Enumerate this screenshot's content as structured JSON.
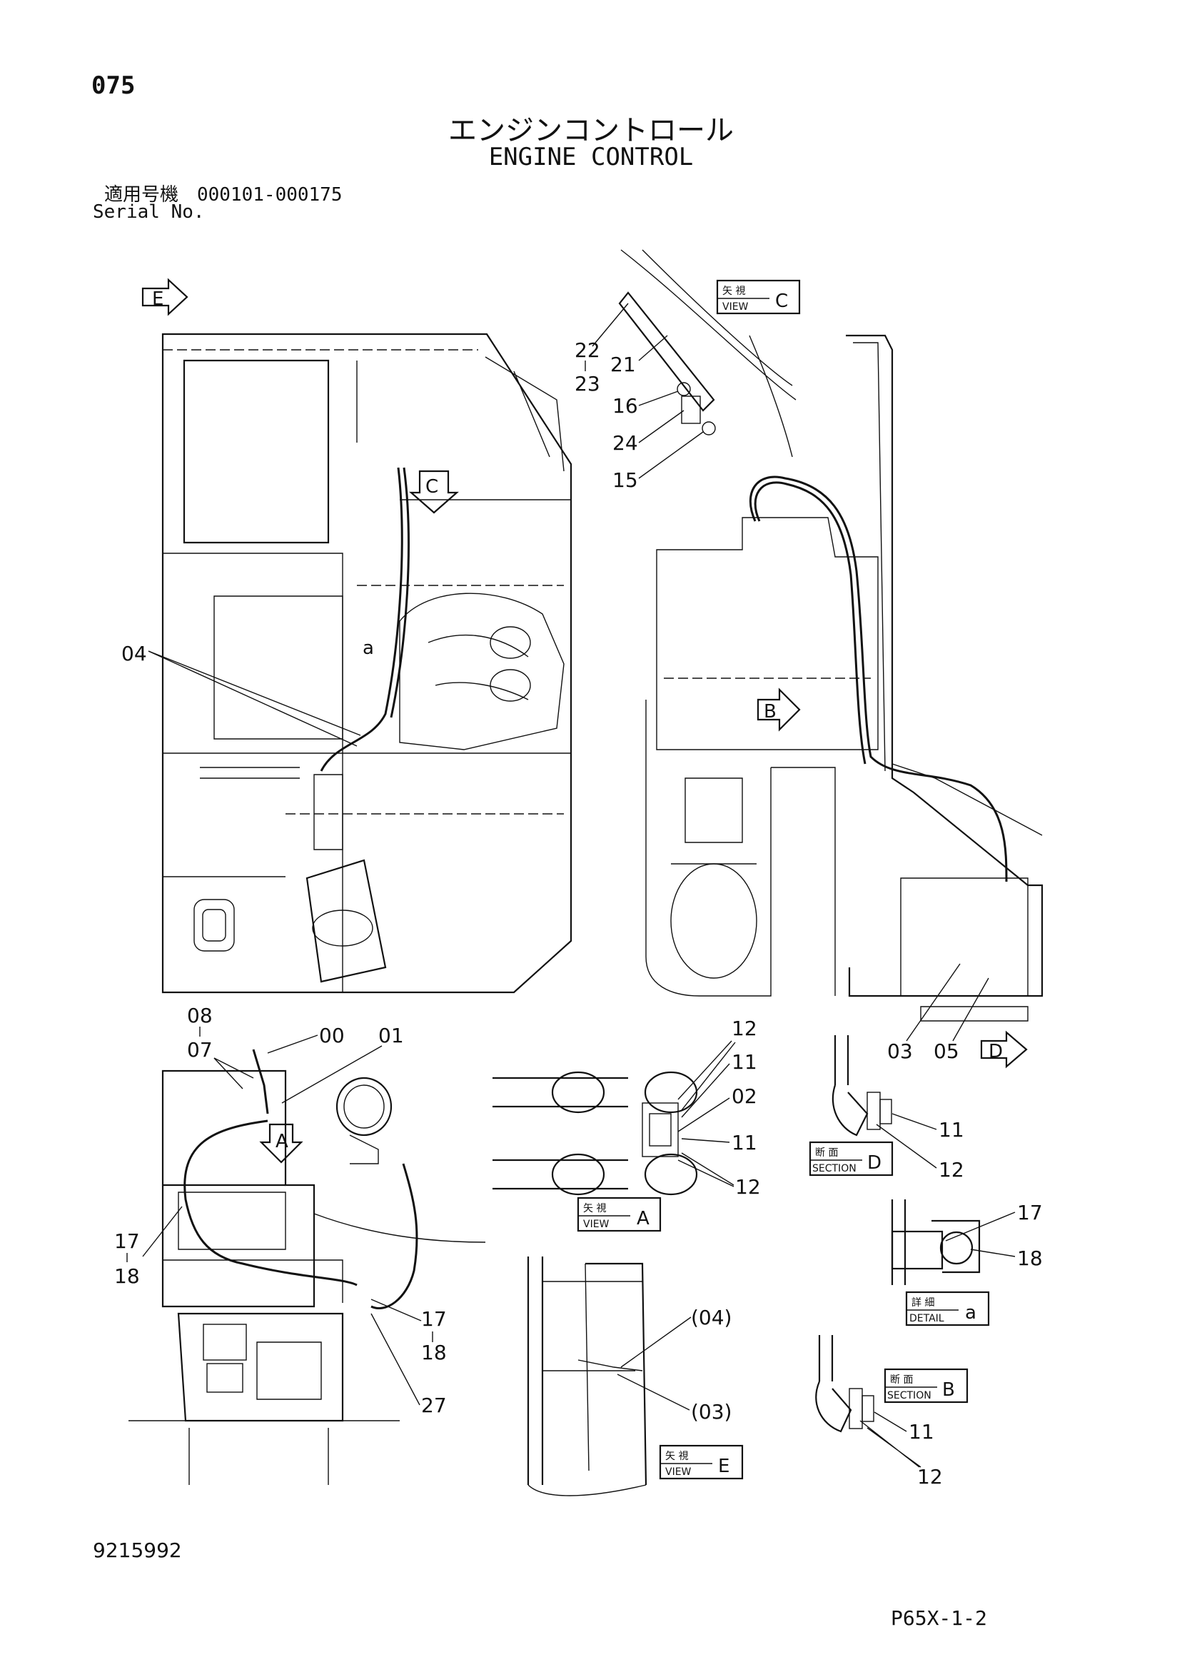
{
  "header": {
    "page_number": "075",
    "title_jp": "エンジンコントロール",
    "title_en": "ENGINE CONTROL",
    "serial_jp": "適用号機　000101-000175",
    "serial_en": "Serial No."
  },
  "footer": {
    "doc_id": "9215992",
    "sheet_code": "P65X-1-2"
  },
  "view_markers": {
    "view_e_arrow": "E",
    "view_c_arrow": "C",
    "view_b_arrow": "B",
    "view_a_arrow": "A",
    "view_d_arrow": "D",
    "detail_a_marker": "a"
  },
  "boxes": {
    "view_word_jp": "矢 視",
    "view_word_en": "VIEW",
    "section_word_jp": "断 面",
    "section_word_en": "SECTION",
    "detail_word_jp": "詳 細",
    "detail_word_en": "DETAIL",
    "view_c_letter": "C",
    "view_a_letter": "A",
    "view_e_letter": "E",
    "section_d_letter": "D",
    "section_b_letter": "B",
    "detail_a_letter": "a"
  },
  "callouts": {
    "c22": "22",
    "c23": "23",
    "c21": "21",
    "c16": "16",
    "c24": "24",
    "c15": "15",
    "c04": "04",
    "c03": "03",
    "c05": "05",
    "c08": "08",
    "c07": "07",
    "c00": "00",
    "c01": "01",
    "c17_left": "17",
    "c18_left": "18",
    "c17_mid": "17",
    "c18_mid": "18",
    "c27": "27",
    "va_12_top": "12",
    "va_11_top": "11",
    "va_02": "02",
    "va_11_bot": "11",
    "va_12_bot": "12",
    "sd_11": "11",
    "sd_12": "12",
    "da_17": "17",
    "da_18": "18",
    "ve_04": "(04)",
    "ve_03": "(03)",
    "sb_11": "11",
    "sb_12": "12"
  }
}
